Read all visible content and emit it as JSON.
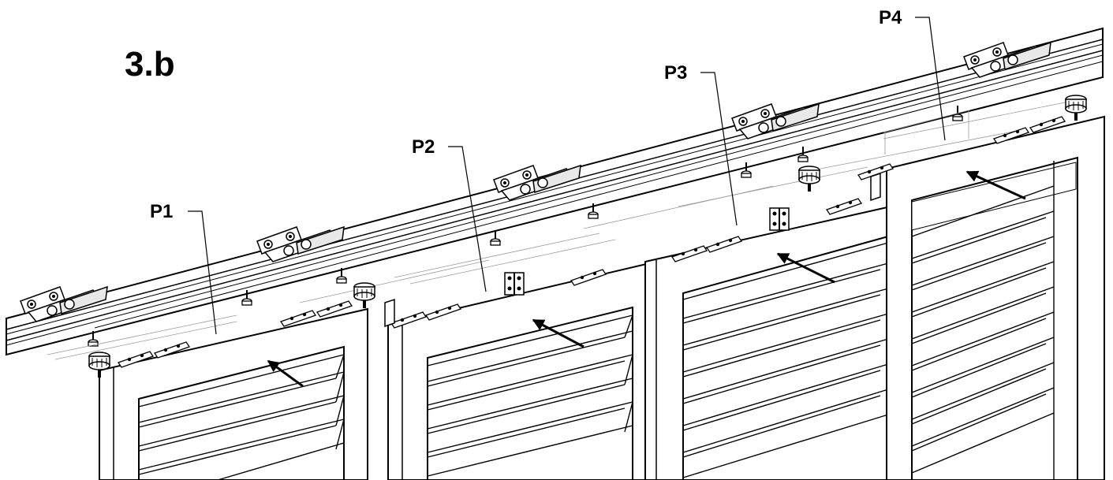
{
  "figure": {
    "step_label": "3.b",
    "panels": [
      {
        "id": "p1",
        "label": "P1"
      },
      {
        "id": "p2",
        "label": "P2"
      },
      {
        "id": "p3",
        "label": "P3"
      },
      {
        "id": "p4",
        "label": "P4"
      }
    ]
  },
  "colors": {
    "ink": "#000000",
    "paper": "#ffffff",
    "light": "#9a9a9a"
  },
  "icons": {
    "direction": "arrow-icon",
    "bracket": "ceiling-bracket-icon",
    "roller": "roller-carriage-icon"
  }
}
